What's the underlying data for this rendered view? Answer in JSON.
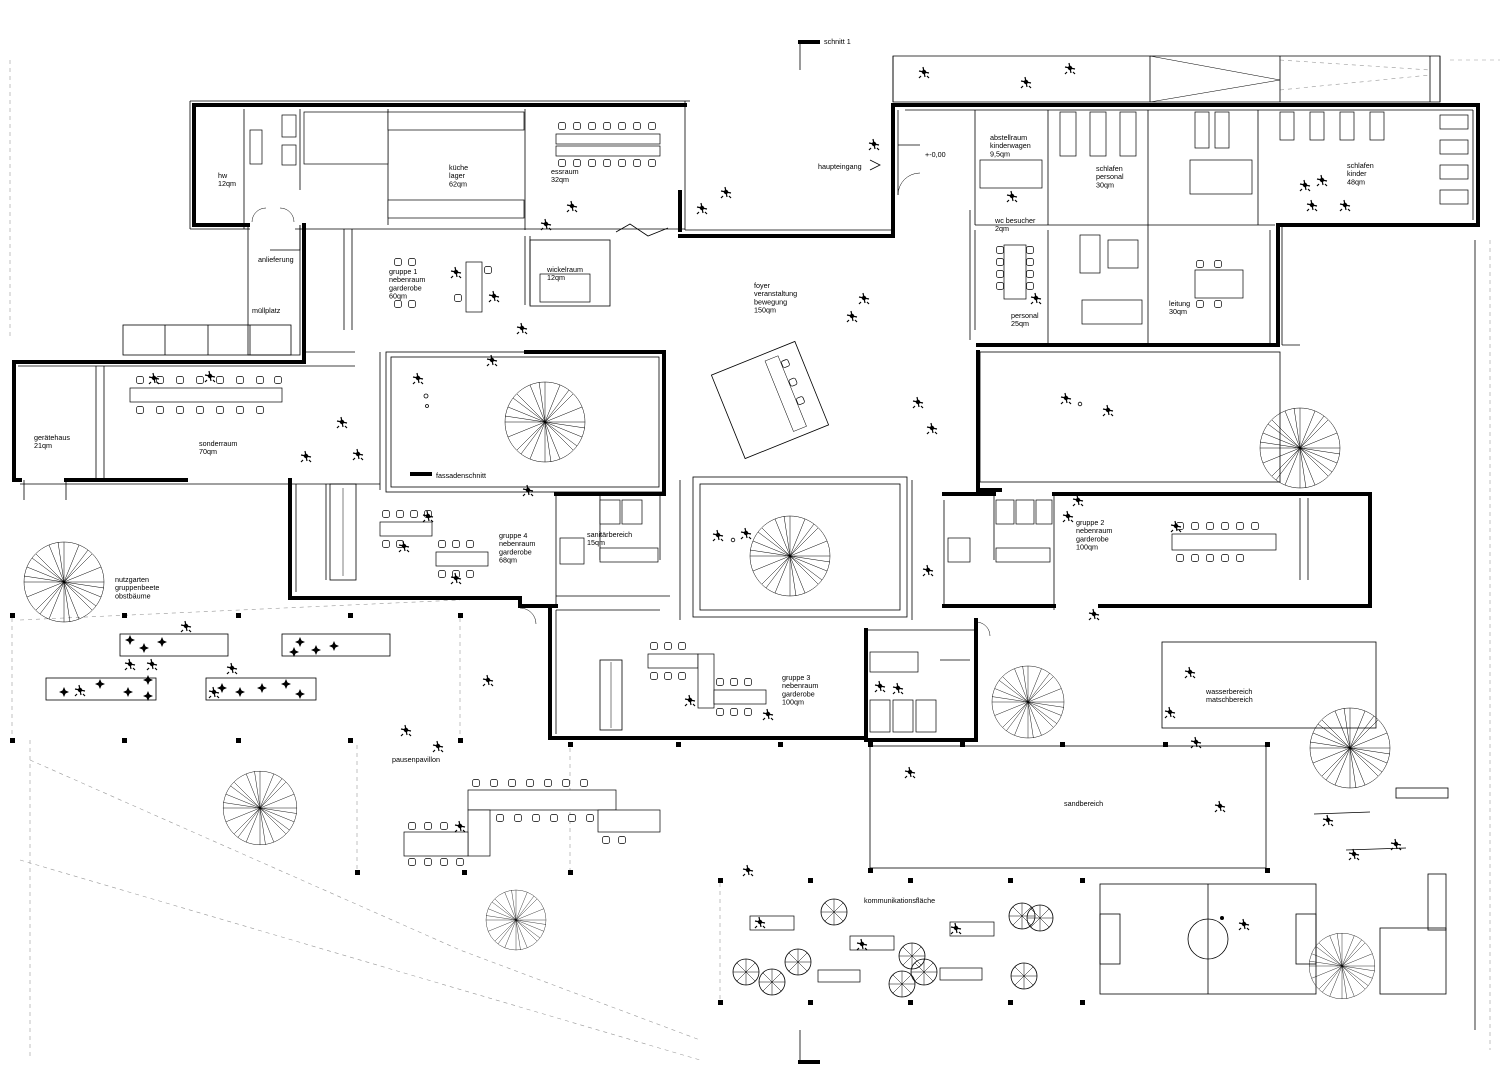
{
  "plan": {
    "markers": {
      "schnitt": "schnitt 1",
      "fassadenschnitt": "fassadenschnitt",
      "level": "+-0,00"
    },
    "rooms": [
      {
        "id": "hw",
        "lines": [
          "hw",
          "12qm"
        ]
      },
      {
        "id": "kueche",
        "lines": [
          "küche",
          "lager",
          "62qm"
        ]
      },
      {
        "id": "essraum",
        "lines": [
          "essraum",
          "32qm"
        ]
      },
      {
        "id": "haupteingang",
        "lines": [
          "haupteingang"
        ]
      },
      {
        "id": "abstellraum",
        "lines": [
          "abstellraum",
          "kinderwagen",
          "9,5qm"
        ]
      },
      {
        "id": "schlafen-personal",
        "lines": [
          "schlafen",
          "personal",
          "30qm"
        ]
      },
      {
        "id": "schlafen-kinder",
        "lines": [
          "schlafen",
          "kinder",
          "48qm"
        ]
      },
      {
        "id": "wc",
        "lines": [
          "wc besucher",
          "2qm"
        ]
      },
      {
        "id": "anlieferung",
        "lines": [
          "anlieferung"
        ]
      },
      {
        "id": "gruppe1",
        "lines": [
          "gruppe 1",
          "nebenraum",
          "garderobe",
          "60qm"
        ]
      },
      {
        "id": "wickelraum",
        "lines": [
          "wickelraum",
          "12qm"
        ]
      },
      {
        "id": "foyer",
        "lines": [
          "foyer",
          "veranstaltung",
          "bewegung",
          "150qm"
        ]
      },
      {
        "id": "personal",
        "lines": [
          "personal",
          "25qm"
        ]
      },
      {
        "id": "leitung",
        "lines": [
          "leitung",
          "30qm"
        ]
      },
      {
        "id": "muellplatz",
        "lines": [
          "müllplatz"
        ]
      },
      {
        "id": "geraetehaus",
        "lines": [
          "gerätehaus",
          "21qm"
        ]
      },
      {
        "id": "sonderraum",
        "lines": [
          "sonderraum",
          "70qm"
        ]
      },
      {
        "id": "gruppe4",
        "lines": [
          "gruppe 4",
          "nebenraum",
          "garderobe",
          "68qm"
        ]
      },
      {
        "id": "sanitaer",
        "lines": [
          "sanitärbereich",
          "15qm"
        ]
      },
      {
        "id": "gruppe2",
        "lines": [
          "gruppe 2",
          "nebenraum",
          "garderobe",
          "100qm"
        ]
      },
      {
        "id": "nutzgarten",
        "lines": [
          "nutzgarten",
          "gruppenbeete",
          "obstbäume"
        ]
      },
      {
        "id": "gruppe3",
        "lines": [
          "gruppe 3",
          "nebenraum",
          "garderobe",
          "100qm"
        ]
      },
      {
        "id": "wasser",
        "lines": [
          "wasserbereich",
          "matschbereich"
        ]
      },
      {
        "id": "pausenpavillon",
        "lines": [
          "pausenpavillon"
        ]
      },
      {
        "id": "sandbereich",
        "lines": [
          "sandbereich"
        ]
      },
      {
        "id": "kommunikation",
        "lines": [
          "kommunikationsfläche"
        ]
      }
    ]
  }
}
